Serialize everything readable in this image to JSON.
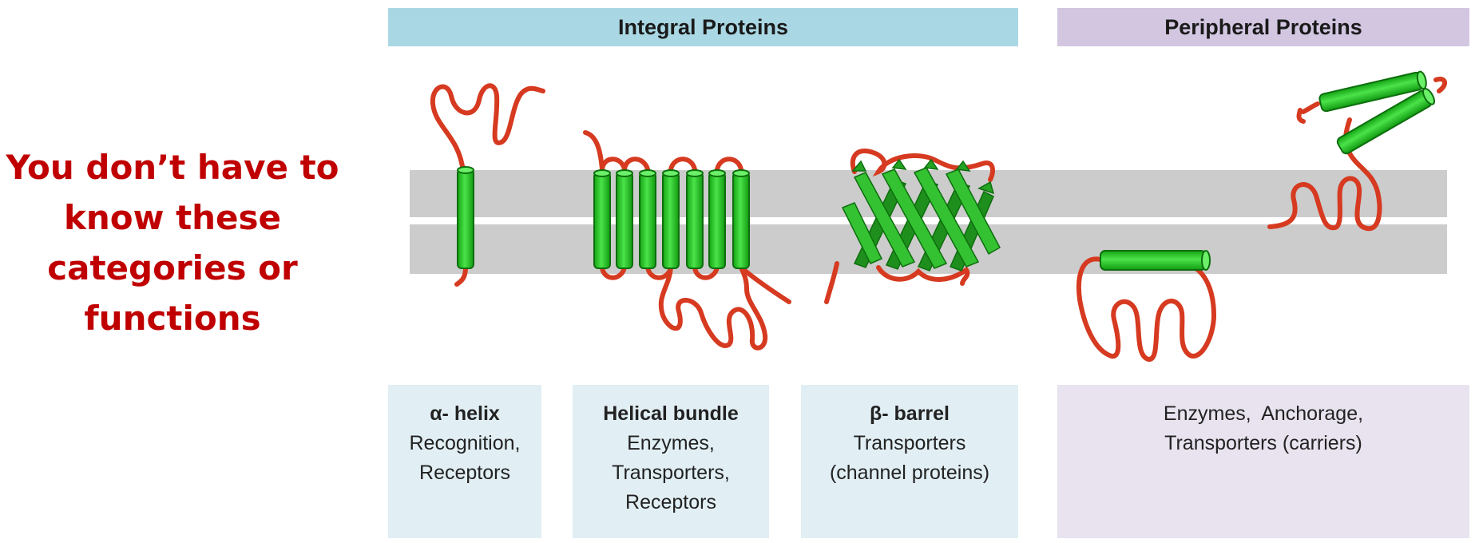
{
  "side_note": {
    "lines": [
      "You don’t have to",
      "know these",
      "categories or",
      "functions"
    ]
  },
  "headers": {
    "integral": "Integral Proteins",
    "peripheral": "Peripheral Proteins"
  },
  "cards": {
    "alpha_helix": {
      "name": "α- helix",
      "lines": [
        "Recognition,",
        "Receptors"
      ]
    },
    "helical_bundle": {
      "name": "Helical bundle",
      "lines": [
        "Enzymes,",
        "Transporters,",
        "Receptors"
      ]
    },
    "beta_barrel": {
      "name": "β- barrel",
      "lines": [
        "Transporters",
        "(channel proteins)"
      ]
    },
    "peripheral": {
      "lines": [
        "Enzymes,  Anchorage,",
        "Transporters (carriers)"
      ]
    }
  },
  "colors": {
    "side_note_text": "#c00000",
    "integral_header": "#a9d8e4",
    "peripheral_header": "#d2c6e1",
    "membrane": "#cccccc",
    "helix": "#22c41e",
    "helix_edge": "#0d6e0d",
    "loop": "#d63a20",
    "beta_strand": "#2da82a"
  },
  "icons": {
    "alpha_helix": "single-cylinder-protein",
    "helical_bundle": "seven-cylinder-protein",
    "beta_barrel": "barrel-of-arrows-protein",
    "peripheral": "surface-bound-protein"
  }
}
